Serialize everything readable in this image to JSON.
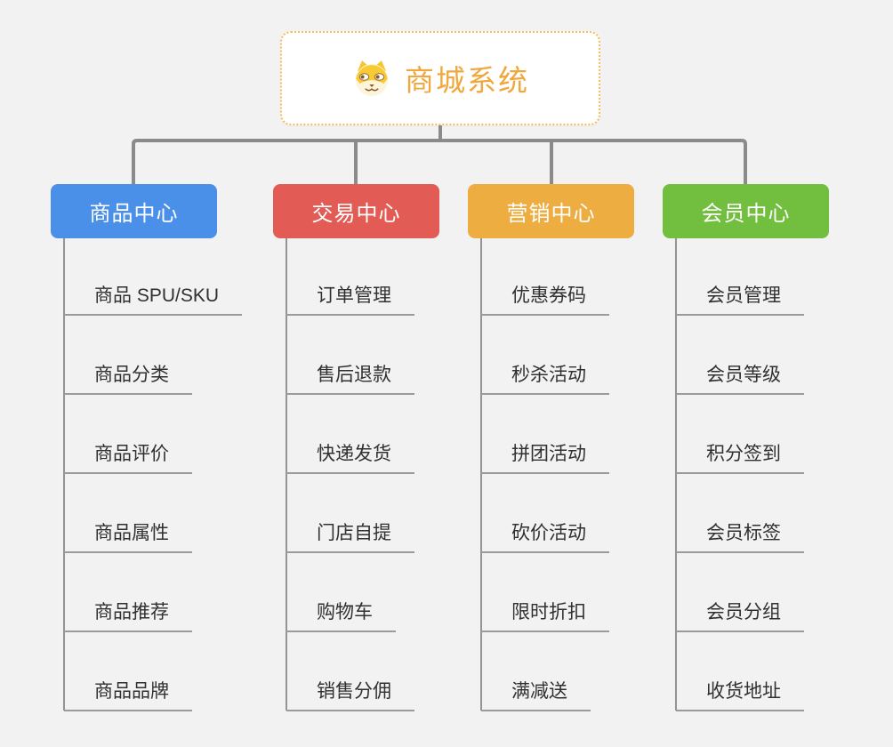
{
  "page": {
    "background_color": "#F2F2F3",
    "connector_color": "#8B8B8B"
  },
  "root": {
    "title": "商城系统",
    "icon": "shiba-dog-icon",
    "accent_color": "#F0A73C",
    "border_color": "#F6BD57"
  },
  "branches": [
    {
      "id": "product-center",
      "title": "商品中心",
      "color": "#4B90E8",
      "items": [
        "商品 SPU/SKU",
        "商品分类",
        "商品评价",
        "商品属性",
        "商品推荐",
        "商品品牌"
      ]
    },
    {
      "id": "trade-center",
      "title": "交易中心",
      "color": "#E25C55",
      "items": [
        "订单管理",
        "售后退款",
        "快递发货",
        "门店自提",
        "购物车",
        "销售分佣"
      ]
    },
    {
      "id": "marketing-center",
      "title": "营销中心",
      "color": "#EDAD41",
      "items": [
        "优惠券码",
        "秒杀活动",
        "拼团活动",
        "砍价活动",
        "限时折扣",
        "满减送"
      ]
    },
    {
      "id": "member-center",
      "title": "会员中心",
      "color": "#72BE3F",
      "items": [
        "会员管理",
        "会员等级",
        "积分签到",
        "会员标签",
        "会员分组",
        "收货地址"
      ]
    }
  ]
}
